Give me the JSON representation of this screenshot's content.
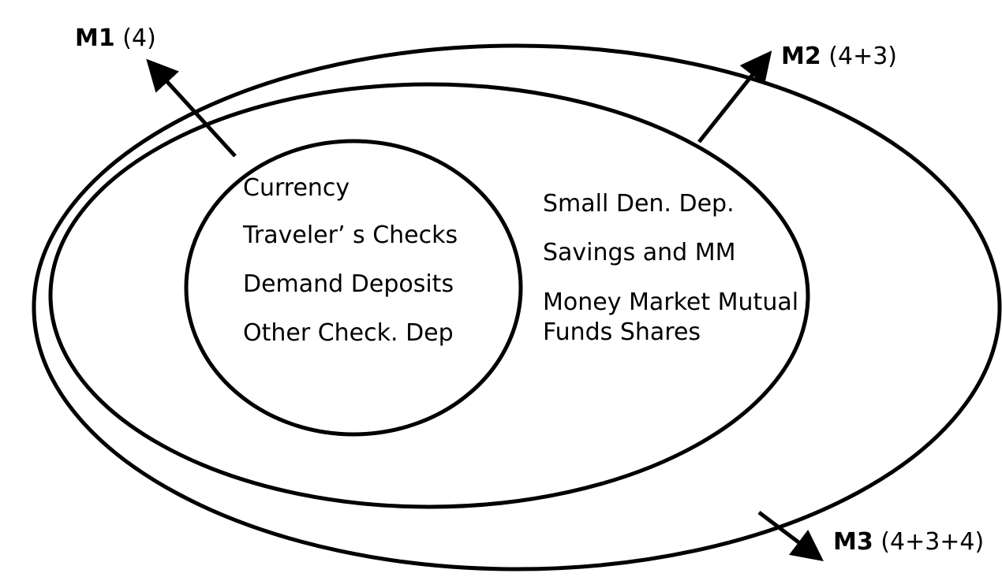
{
  "labels": {
    "m1": {
      "name": "M1",
      "count": "(4)"
    },
    "m2": {
      "name": "M2",
      "count": "(4+3)"
    },
    "m3": {
      "name": "M3",
      "count": "(4+3+4)"
    }
  },
  "m1_items": [
    "Currency",
    "Traveler’ s Checks",
    "Demand Deposits",
    "Other Check. Dep"
  ],
  "m2_items": [
    "Small Den. Dep.",
    "Savings and MM",
    "Money Market Mutual",
    "Funds Shares"
  ],
  "colors": {
    "stroke": "#000000",
    "background": "#ffffff"
  }
}
